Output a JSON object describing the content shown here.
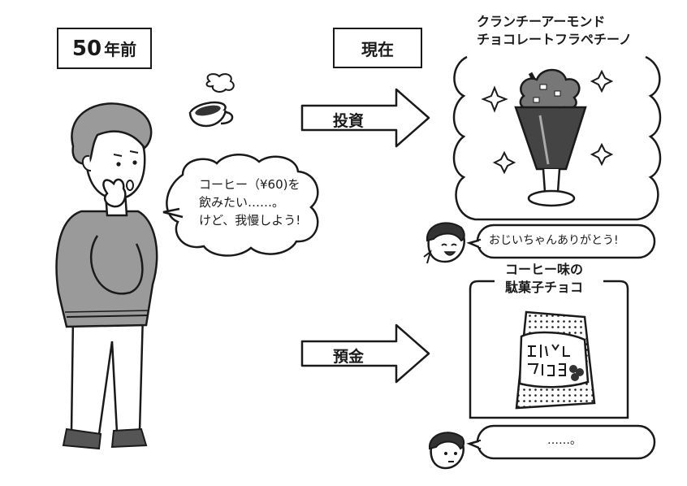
{
  "past": {
    "label_number": "50",
    "label_suffix": "年前",
    "thought_lines": [
      "コーヒー（¥60)を",
      "飲みたい……。",
      "けど、我慢しよう!"
    ]
  },
  "present": {
    "label": "現在"
  },
  "invest": {
    "arrow_label": "投資",
    "item_lines": [
      "クランチーアーモンド",
      "チョコレートフラペチーノ"
    ],
    "speech": "おじいちゃんありがとう!"
  },
  "deposit": {
    "arrow_label": "預金",
    "item_lines": [
      "コーヒー味の",
      "駄菓子チョコ"
    ],
    "speech": "……。",
    "package_text": "コーヒー チョコ"
  }
}
